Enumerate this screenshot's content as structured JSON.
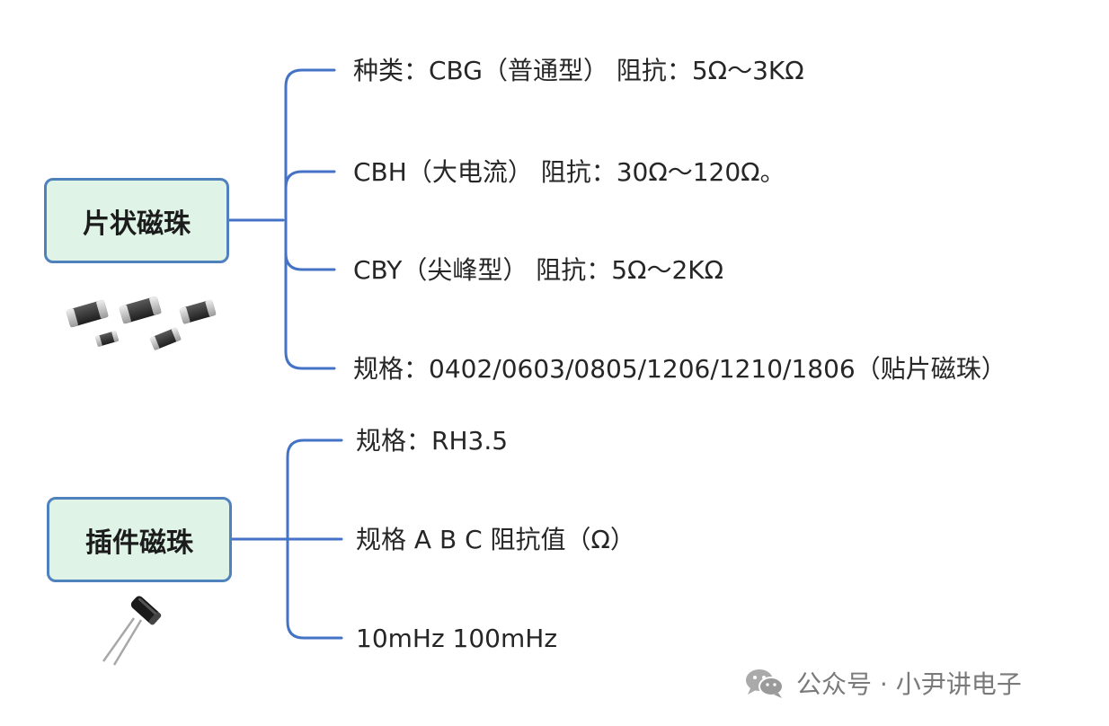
{
  "groups": [
    {
      "title": "片状磁珠",
      "items": [
        "种类：CBG（普通型） 阻抗：5Ω～3KΩ",
        "CBH（大电流） 阻抗：30Ω～120Ω。",
        "CBY（尖峰型） 阻抗：5Ω～2KΩ",
        "规格：0402/0603/0805/1206/1210/1806（贴片磁珠）"
      ],
      "image": "smd-ferrite-beads-photo"
    },
    {
      "title": "插件磁珠",
      "items": [
        "规格：RH3.5",
        "规格 A B C 阻抗值（Ω）",
        "10mHz 100mHz"
      ],
      "image": "through-hole-ferrite-bead-photo"
    }
  ],
  "watermark": "公众号 · 小尹讲电子",
  "colors": {
    "connector": "#4472c4",
    "node_fill": "#dff3e7",
    "node_border": "#4f81bd"
  }
}
